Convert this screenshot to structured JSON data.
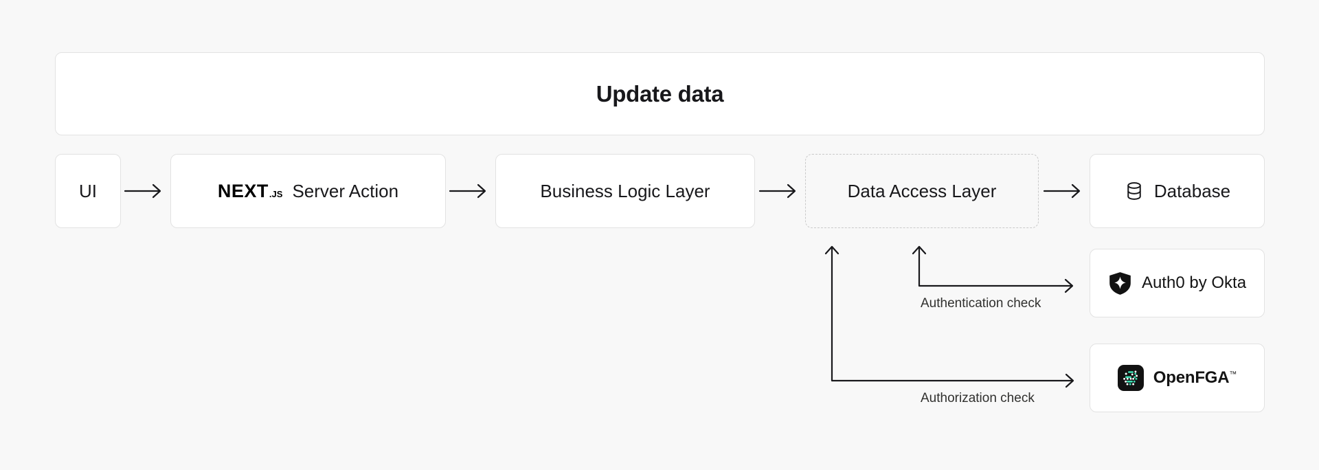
{
  "diagram": {
    "title": "Update data",
    "background_color": "#f8f8f8",
    "node_fill": "#ffffff",
    "node_border": "#e2e2e2",
    "dashed_border": "#c9c9c9",
    "stroke_color": "#18181b",
    "accent_color": "#3ddfb3",
    "flow": [
      {
        "id": "ui",
        "label": "UI",
        "style": "solid",
        "icon": null
      },
      {
        "id": "server",
        "label": "Server Action",
        "style": "solid",
        "icon": "nextjs-logo"
      },
      {
        "id": "business",
        "label": "Business Logic Layer",
        "style": "solid",
        "icon": null
      },
      {
        "id": "dal",
        "label": "Data Access Layer",
        "style": "dashed",
        "icon": null
      },
      {
        "id": "database",
        "label": "Database",
        "style": "solid",
        "icon": "database-icon"
      }
    ],
    "nextjs": {
      "word": "NEXT",
      "suffix": ".JS"
    },
    "services": [
      {
        "id": "auth0",
        "label": "Auth0 by Okta",
        "icon": "auth0-shield-icon",
        "connector_label": "Authentication check"
      },
      {
        "id": "openfga",
        "label": "OpenFGA",
        "trademark": "™",
        "icon": "openfga-logo-icon",
        "connector_label": "Authorization check"
      }
    ],
    "arrow_glyph": "→"
  }
}
